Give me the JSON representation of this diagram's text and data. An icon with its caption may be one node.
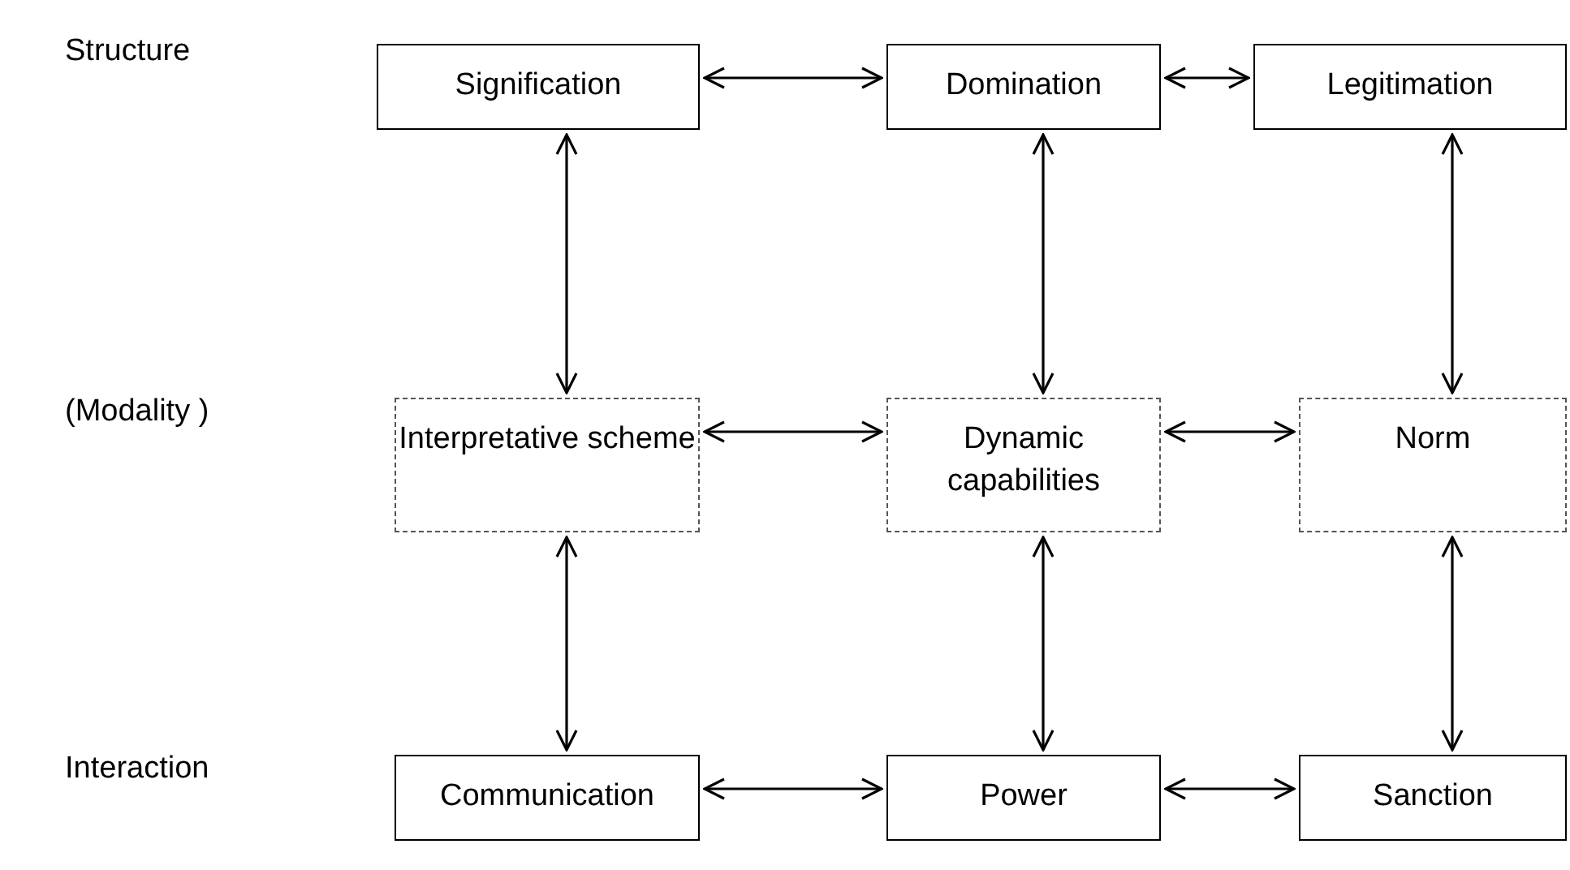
{
  "diagram": {
    "nodes": [
      {
        "text": [
          "Signification"
        ]
      },
      {
        "text": [
          "Domination"
        ]
      },
      {
        "text": [
          "Legitimation"
        ]
      },
      {
        "text": [
          "Interpretative scheme"
        ]
      },
      {
        "text": [
          "Dynamic capabilities"
        ]
      },
      {
        "text": [
          "Norm"
        ]
      },
      {
        "text": [
          "Communication"
        ]
      },
      {
        "text": [
          "Power"
        ]
      },
      {
        "text": [
          "Sanction"
        ]
      }
    ],
    "edges": [
      {
        "from": 0,
        "to": 1,
        "arrow": "both"
      },
      {
        "from": 1,
        "to": 2,
        "arrow": "both"
      },
      {
        "from": 0,
        "to": 3,
        "arrow": "both"
      },
      {
        "from": 1,
        "to": 4,
        "arrow": "both"
      },
      {
        "from": 2,
        "to": 5,
        "arrow": "both"
      },
      {
        "from": 3,
        "to": 4,
        "arrow": "both"
      },
      {
        "from": 4,
        "to": 5,
        "arrow": "both"
      },
      {
        "from": 3,
        "to": 6,
        "arrow": "both"
      },
      {
        "from": 4,
        "to": 7,
        "arrow": "both"
      },
      {
        "from": 5,
        "to": 8,
        "arrow": "both"
      },
      {
        "from": 6,
        "to": 7,
        "arrow": "both"
      },
      {
        "from": 7,
        "to": 8,
        "arrow": "both"
      }
    ],
    "labels": [
      "Structure",
      "(Modality )",
      "Interaction"
    ]
  }
}
